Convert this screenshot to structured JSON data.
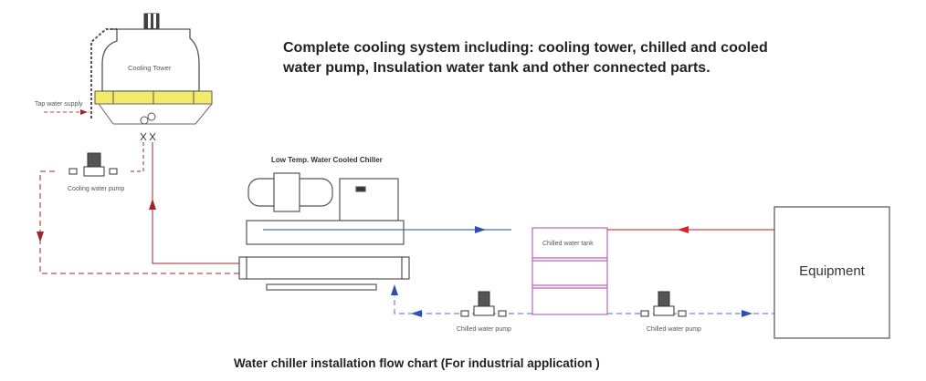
{
  "header": {
    "line1": "Complete cooling system including: cooling tower, chilled and cooled",
    "line2": "water pump, Insulation water tank and other connected parts."
  },
  "caption": "Water chiller installation flow chart (For industrial application )",
  "components": {
    "cooling_tower": "Cooling Tower",
    "tap_water": "Tap water supply",
    "cooling_pump": "Cooling water pump",
    "chiller": "Low Temp. Water Cooled Chiller",
    "tank": "Chilled water tank",
    "chilled_pump_1": "Chilled water pump",
    "chilled_pump_2": "Chilled water pump",
    "equipment": "Equipment"
  },
  "colors": {
    "cooling_line": "#a0262b",
    "chilled_supply": "#4a6fc9",
    "return_hot": "#e04040",
    "tank": "#c060c0",
    "fill": "#f3ea6a"
  }
}
